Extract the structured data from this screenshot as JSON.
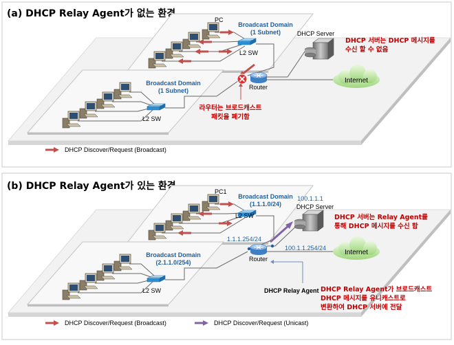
{
  "panel_a": {
    "title": "(a) DHCP Relay Agent가 없는 환경",
    "pc_label": "PC",
    "bd_upper": [
      "Broadcast Domain",
      "(1 Subnet)"
    ],
    "bd_lower": [
      "Broadcast Domain",
      "(1 Subnet)"
    ],
    "l2sw_upper": "L2 SW",
    "l2sw_lower": "L2 SW",
    "dhcp_server": "DHCP Server",
    "server_note": [
      "DHCP 서버는 DHCP 메시지를",
      "수신 할 수 없음"
    ],
    "router": "Router",
    "router_note": [
      "라우터는 브로드캐스트",
      "패킷을 폐기함"
    ],
    "internet": "Internet",
    "legend_broadcast": "DHCP Discover/Request (Broadcast)"
  },
  "panel_b": {
    "title": "(b) DHCP Relay Agent가 있는 환경",
    "pc_label": "PC1",
    "bd_upper": [
      "Broadcast Domain",
      "(1.1.1.0/24)"
    ],
    "bd_lower": [
      "Broadcast Domain",
      "(2.1.1.0/254)"
    ],
    "l2sw_upper": "L2 SW",
    "l2sw_lower": "L2 SW",
    "server_ip": "100.1.1.1",
    "dhcp_server": "DHCP Server",
    "server_note": [
      "DHCP 서버는 Relay Agent를",
      "통해 DHCP 메시지를 수신 함"
    ],
    "router_if_left": "1.1.1.254/24",
    "router_if_right": "100.1.1.254/24",
    "router": "Router",
    "internet": "Internet",
    "relay_agent": "DHCP Relay Agent",
    "relay_note": [
      "DHCP Relay Agent가 브로드캐스트",
      "DHCP 메시지를 유니캐스트로",
      "변환하여 DHCP 서버에 전달"
    ],
    "legend_broadcast": "DHCP Discover/Request (Broadcast)",
    "legend_unicast": "DHCP Discover/Request (Unicast)"
  },
  "colors": {
    "broadcast_arrow": "#c0504d",
    "unicast_arrow": "#8064a2",
    "domain_label": "#1f5f9f",
    "note_text": "#c00000",
    "ip_text": "#1f5f9f"
  }
}
